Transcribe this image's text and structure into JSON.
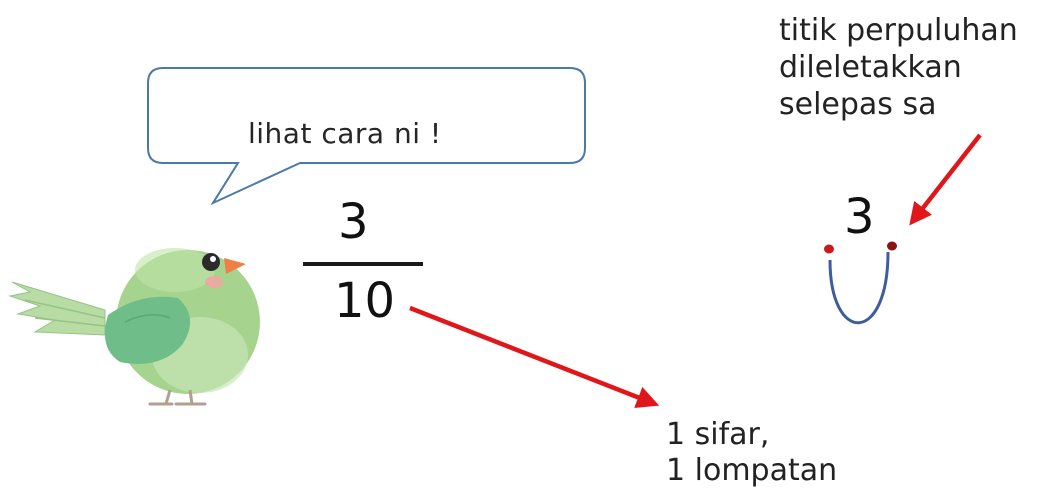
{
  "speech_bubble": {
    "text": "lihat cara ni !"
  },
  "fraction": {
    "numerator": "3",
    "denominator": "10"
  },
  "decimal_note": {
    "lines": [
      "titik perpuluhan",
      "dileletakkan",
      "selepas sa"
    ]
  },
  "jump_diagram": {
    "digit": "3"
  },
  "result_note": {
    "lines": [
      "1 sifar,",
      "1 lompatan"
    ]
  },
  "bird_credit": "",
  "colors": {
    "bubble_border": "#4a7aa8",
    "arrow": "#e0161b",
    "fraction_bar": "#1a1a1a",
    "jump_arc": "#3d5d9c",
    "dot": "#c81a1a",
    "bird_body": "#a6d48f",
    "bird_wing": "#6fbe8a",
    "bird_beak": "#f07f45",
    "bird_cheek": "#f5a3a3"
  },
  "icons": {
    "bird": "bird-illustration",
    "arrow": "red-arrow"
  }
}
